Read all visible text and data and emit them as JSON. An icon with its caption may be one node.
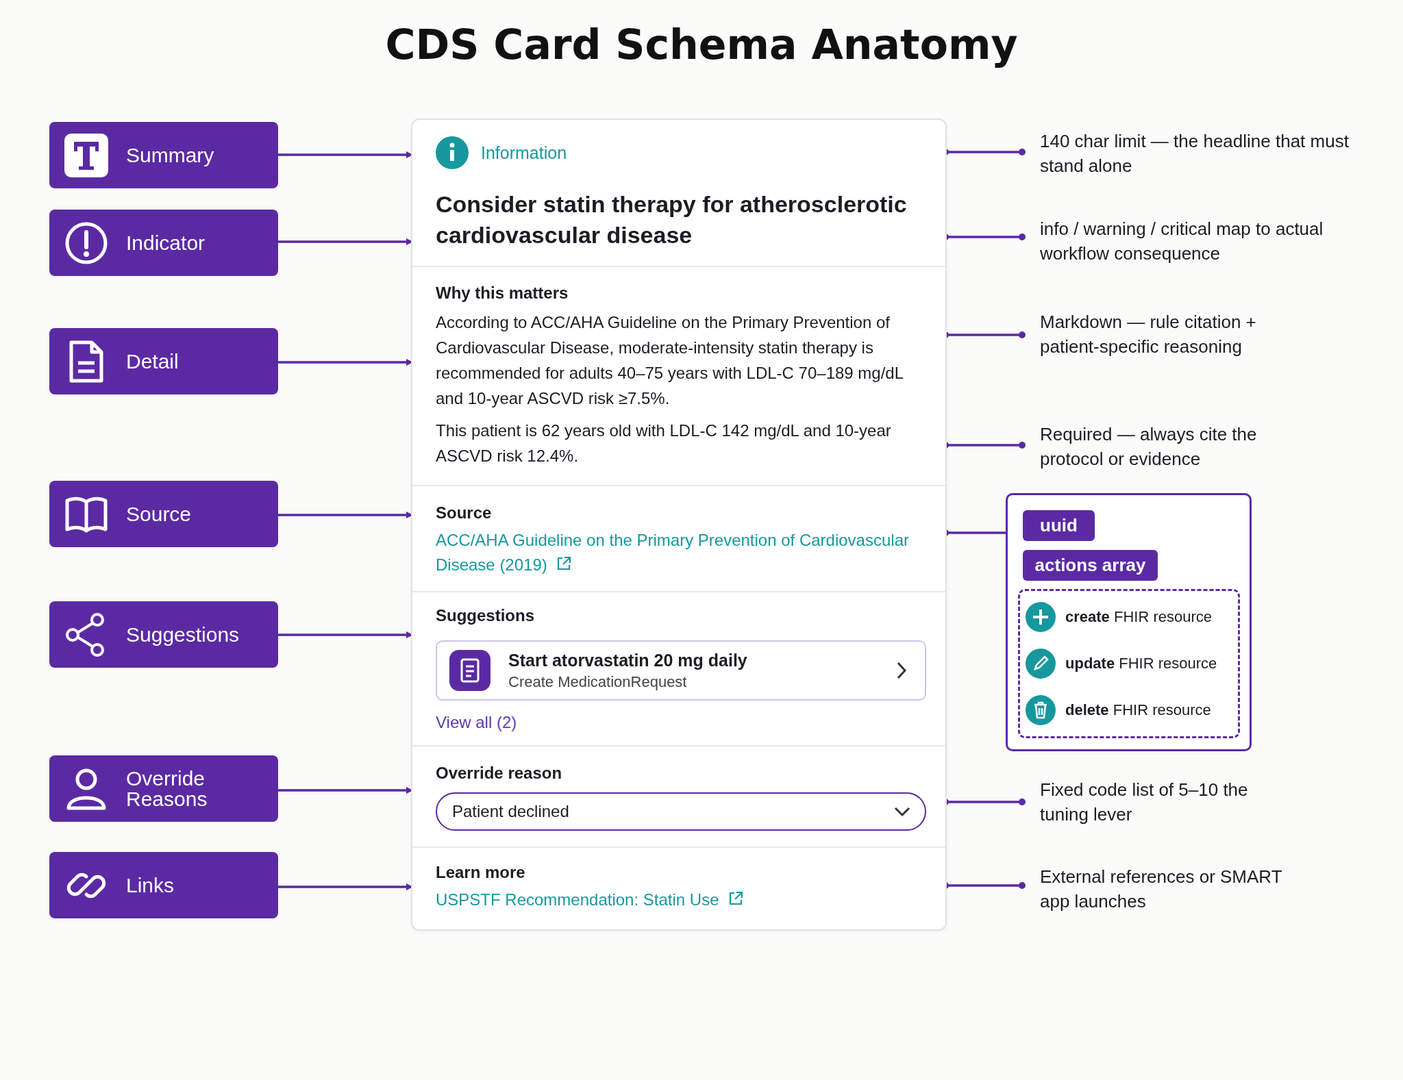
{
  "diagram": {
    "title": "CDS Card Schema Anatomy",
    "nodes": [
      {
        "text": [
          "Summary"
        ]
      },
      {
        "text": [
          "Indicator"
        ]
      },
      {
        "text": [
          "Detail"
        ]
      },
      {
        "text": [
          "Source"
        ]
      },
      {
        "text": [
          "Suggestions"
        ]
      },
      {
        "text": [
          "Override Reasons"
        ]
      },
      {
        "text": [
          "Links"
        ]
      },
      {
        "text": [],
        "shape": "box"
      },
      {
        "text": [
          "Information"
        ],
        "in": 7
      },
      {
        "text": [
          "Consider statin therapy for atherosclerotic cardiovascular disease"
        ],
        "in": 7
      },
      {
        "text": [
          "Why this matters",
          "According to ACC/AHA Guideline on the Primary Prevention of Cardiovascular Disease, moderate-intensity statin therapy is recommended for adults 40–75 years with LDL-C 70–189 mg/dL and 10-year ASCVD risk ≥7.5%.",
          "This patient is 62 years old with LDL-C 142 mg/dL and 10-year ASCVD risk  12.4%."
        ],
        "in": 7
      },
      {
        "text": [
          "Source",
          "ACC/AHA Guideline on the Primary Prevention of Cardiovascular Disease (2019)"
        ],
        "in": 7
      },
      {
        "text": [
          "Suggestions",
          "View all (2)"
        ],
        "in": 7
      },
      {
        "text": [
          "Start atorvastatin 20 mg daily",
          "Create MedicationRequest"
        ],
        "in": 12
      },
      {
        "text": [
          "Override reason"
        ],
        "in": 7
      },
      {
        "text": [
          "Patient declined"
        ],
        "in": 14
      },
      {
        "text": [
          "Learn more",
          "USPSTF Recommendation: Statin Use"
        ],
        "in": 7
      },
      {
        "text": [
          "140 char limit — the headline that must stand alone"
        ]
      },
      {
        "text": [
          "info / warning / critical map to actual workflow consequence"
        ]
      },
      {
        "text": [
          "Markdown — rule citation + patient-specific reasoning"
        ]
      },
      {
        "text": [
          "Required — always cite the protocol or evidence"
        ]
      },
      {
        "text": [],
        "shape": "box"
      },
      {
        "text": [
          "uuid"
        ],
        "in": 21
      },
      {
        "text": [
          "actions array"
        ],
        "in": 21
      },
      {
        "text": [],
        "shape": "box",
        "in": 21
      },
      {
        "text": [
          "**create** FHIR resource"
        ],
        "in": 24
      },
      {
        "text": [
          "**update** FHIR resource"
        ],
        "in": 24
      },
      {
        "text": [
          "**delete** FHIR resource"
        ],
        "in": 24
      },
      {
        "text": [
          "Fixed code list of 5–10 the tuning lever"
        ]
      },
      {
        "text": [
          "External references or SMART app launches"
        ]
      }
    ],
    "edges": [
      {
        "from": 0,
        "to": 8,
        "arrow": "to"
      },
      {
        "from": 1,
        "to": 9,
        "arrow": "to"
      },
      {
        "from": 2,
        "to": 10,
        "arrow": "to"
      },
      {
        "from": 3,
        "to": 11,
        "arrow": "to"
      },
      {
        "from": 4,
        "to": 12,
        "arrow": "to"
      },
      {
        "from": 5,
        "to": 14,
        "arrow": "to"
      },
      {
        "from": 6,
        "to": 16,
        "arrow": "to"
      },
      {
        "from": 8,
        "to": 17,
        "arrow": "other"
      },
      {
        "from": 9,
        "to": 18,
        "arrow": "other"
      },
      {
        "from": 10,
        "to": 19,
        "arrow": "other"
      },
      {
        "from": 10,
        "to": 20,
        "arrow": "other"
      },
      {
        "from": 11,
        "to": 21,
        "arrow": "other"
      },
      {
        "from": 14,
        "to": 28,
        "arrow": "other"
      },
      {
        "from": 16,
        "to": 29,
        "arrow": "other"
      }
    ]
  }
}
